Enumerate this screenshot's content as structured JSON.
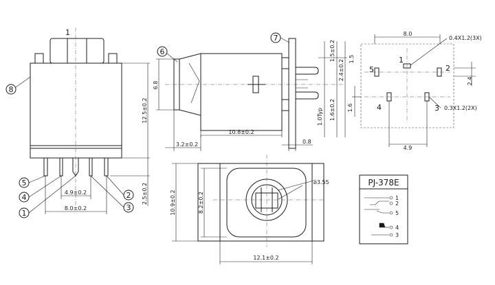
{
  "model_label": "PJ-378E",
  "schematic_pins": [
    "1",
    "2",
    "5",
    "4",
    "3"
  ],
  "callouts": {
    "c1": "1",
    "c2": "2",
    "c3": "3",
    "c4": "4",
    "c5": "5",
    "c6": "6",
    "c7": "7",
    "c8": "8"
  },
  "front_view": {
    "pin_label_1": "1",
    "dim_height": "12.5±0.2",
    "dim_pin_len": "2.5±0.2",
    "dim_pin_spacing_inner": "4.9±0.2",
    "dim_pin_spacing_outer": "8.0±0.2"
  },
  "side_view": {
    "dim_body_height": "6.8",
    "dim_length": "10.8±0.2",
    "dim_offset": "3.2±0.2",
    "dim_flange": "0.8",
    "dim_1_5": "1.5±0.2",
    "dim_2_4": "2.4±0.2",
    "dim_1_6": "1.6±0.2",
    "dim_typ": "1.0Typ",
    "dim_1_5b": "1.5"
  },
  "pin_layout": {
    "dim_width": "8.0",
    "dim_hole_a": "0.4X1.2(3X)",
    "dim_hole_b": "0.3X1.2(2X)",
    "dim_spacing": "4.9",
    "dim_right": "2.4",
    "dim_left": "1.6",
    "pins": {
      "p1": "1",
      "p2": "2",
      "p3": "3",
      "p4": "4",
      "p5": "5"
    }
  },
  "bottom_view": {
    "dim_height": "10.9±0.2",
    "dim_inner": "8.2±0.2",
    "dim_width": "12.1±0.2",
    "dim_dia": "⌀3.55"
  }
}
